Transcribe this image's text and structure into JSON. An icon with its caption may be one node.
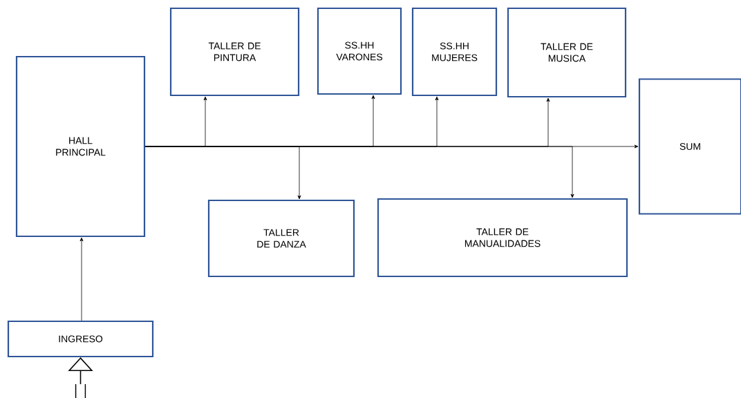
{
  "diagram": {
    "nodes": [
      {
        "text": [
          "HALL PRINCIPAL"
        ]
      },
      {
        "text": [
          "TALLER DE PINTURA"
        ]
      },
      {
        "text": [
          "SS.HH VARONES"
        ]
      },
      {
        "text": [
          "SS.HH MUJERES"
        ]
      },
      {
        "text": [
          "TALLER DE MUSICA"
        ]
      },
      {
        "text": [
          "SUM"
        ]
      },
      {
        "text": [
          "TALLER DE DANZA"
        ]
      },
      {
        "text": [
          "TALLER DE MANUALIDADES"
        ]
      },
      {
        "text": [
          "INGRESO"
        ]
      }
    ],
    "edges": [
      {
        "from": 0,
        "to": 5,
        "arrow": "to"
      },
      {
        "from": 0,
        "to": 1,
        "arrow": "to"
      },
      {
        "from": 0,
        "to": 6,
        "arrow": "to"
      },
      {
        "from": 0,
        "to": 2,
        "arrow": "to"
      },
      {
        "from": 0,
        "to": 3,
        "arrow": "to"
      },
      {
        "from": 0,
        "to": 4,
        "arrow": "to"
      },
      {
        "from": 0,
        "to": 7,
        "arrow": "to"
      },
      {
        "from": 8,
        "to": 0,
        "arrow": "to"
      },
      {
        "from": null,
        "to": 8,
        "arrow": "to"
      }
    ]
  }
}
